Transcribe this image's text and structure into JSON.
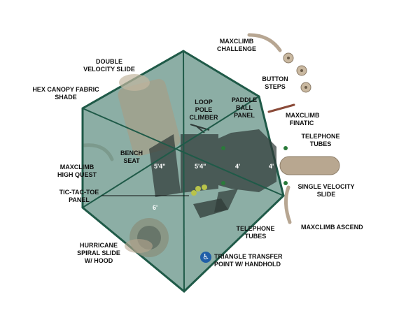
{
  "labels": {
    "maxclimb_challenge": "MAXCLIMB CHALLENGE",
    "double_velocity_slide": "DOUBLE VELOCITY SLIDE",
    "button_steps": "BUTTON STEPS",
    "hex_canopy": "HEX CANOPY FABRIC SHADE",
    "loop_pole_climber": "LOOP POLE CLIMBER",
    "paddle_ball_panel": "PADDLE BALL PANEL",
    "maxclimb_finatic": "MAXCLIMB FINATIC",
    "telephone_tubes_right": "TELEPHONE TUBES",
    "bench_seat": "BENCH SEAT",
    "maxclimb_high_quest": "MAXCLIMB HIGH QUEST",
    "single_velocity_slide": "SINGLE VELOCITY SLIDE",
    "tic_tac_toe": "TIC-TAC-TOE PANEL",
    "maxclimb_ascend": "MAXCLIMB ASCEND",
    "telephone_tubes_bottom": "TELEPHONE TUBES",
    "hurricane_spiral": "HURRICANE SPIRAL SLIDE W/ HOOD",
    "triangle_transfer": "TRIANGLE TRANSFER POINT W/ HANDHOLD"
  },
  "heights": {
    "deck_left": "5'4\"",
    "deck_center": "5'4\"",
    "deck_right_a": "4'",
    "deck_right_b": "4'",
    "deck_lower": "6'"
  },
  "icons": {
    "accessibility": "wheelchair-icon"
  },
  "colors": {
    "canopy": "#6b978c",
    "canopy_edge": "#1f5a48",
    "deck": "#2f3a37",
    "slide": "#b8a790",
    "label": "#111111"
  }
}
